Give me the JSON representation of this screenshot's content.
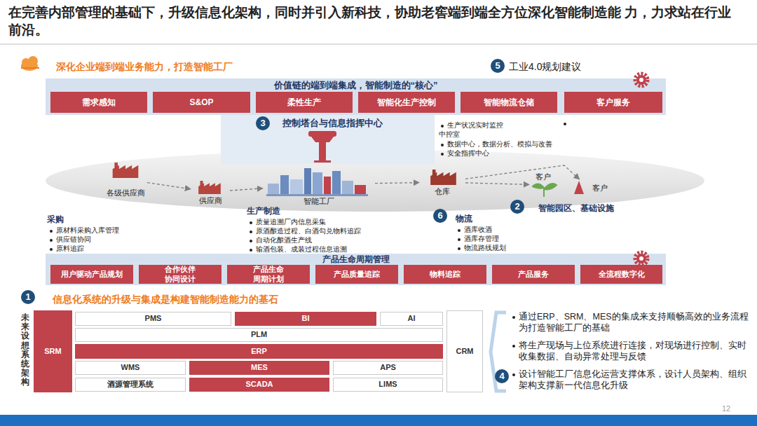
{
  "diagram": {
    "title": "在完善内部管理的基础下，升级信息化架构，同时并引入新科技，协助老窖端到端全方位深化智能制造能 力，力求站在行业前沿。",
    "nodes": [
      {
        "text": [
          "价值链的端到端集成，智能制造的“核心”"
        ]
      },
      {
        "text": [
          "需求感知"
        ],
        "in": 0
      },
      {
        "text": [
          "S&OP"
        ],
        "in": 0
      },
      {
        "text": [
          "柔性生产"
        ],
        "in": 0
      },
      {
        "text": [
          "智能化生产控制"
        ],
        "in": 0
      },
      {
        "text": [
          "智能物流仓储"
        ],
        "in": 0
      },
      {
        "text": [
          "客户服务"
        ],
        "in": 0
      },
      {
        "text": [
          "控制塔台与信息指挥中心"
        ]
      },
      {
        "text": [
          "各级供应商"
        ]
      },
      {
        "text": [
          "供应商"
        ]
      },
      {
        "text": [
          "智能工厂"
        ]
      },
      {
        "text": [
          "仓库"
        ]
      },
      {
        "text": [
          "客户"
        ]
      },
      {
        "text": [
          "客户"
        ]
      },
      {
        "text": [
          "产品生命周期管理"
        ]
      },
      {
        "text": [
          "用户驱动产品规划"
        ],
        "in": 14
      },
      {
        "text": [
          "合作伙伴协同设计"
        ],
        "in": 14
      },
      {
        "text": [
          "产品生命周期计划"
        ],
        "in": 14
      },
      {
        "text": [
          "产品质量追踪"
        ],
        "in": 14
      },
      {
        "text": [
          "物料追踪"
        ],
        "in": 14
      },
      {
        "text": [
          "产品服务"
        ],
        "in": 14
      },
      {
        "text": [
          "全流程数字化"
        ],
        "in": 14
      },
      {
        "text": [
          "SRM"
        ]
      },
      {
        "text": [
          "PMS"
        ]
      },
      {
        "text": [
          "BI"
        ]
      },
      {
        "text": [
          "AI"
        ]
      },
      {
        "text": [
          "PLM"
        ]
      },
      {
        "text": [
          "ERP"
        ]
      },
      {
        "text": [
          "WMS"
        ]
      },
      {
        "text": [
          "MES"
        ]
      },
      {
        "text": [
          "APS"
        ]
      },
      {
        "text": [
          "酒源管理系统"
        ]
      },
      {
        "text": [
          "SCADA"
        ]
      },
      {
        "text": [
          "LIMS"
        ]
      },
      {
        "text": [
          "CRM"
        ]
      }
    ],
    "edges": [
      {
        "from": 8,
        "to": 9,
        "arrow": "to"
      },
      {
        "from": 9,
        "to": 10,
        "arrow": "to"
      },
      {
        "from": 10,
        "to": 11,
        "arrow": "to"
      },
      {
        "from": 11,
        "to": 12,
        "arrow": "to"
      },
      {
        "from": 11,
        "to": 13,
        "arrow": "to"
      }
    ],
    "labels": [
      "深化企业端到端业务能力，打造智能工厂",
      "5",
      "工业4.0规划建议",
      "3",
      "生产状况实时监控",
      "中控室",
      "数据中心，数据分析、模拟与改善",
      "安全指挥中心",
      "2",
      "智能园区、基础设施",
      "采购",
      "原材料采购入库管理",
      "供应链协同",
      "原料追踪",
      "生产制造",
      "质量追溯厂内信息采集",
      "原酒酿造过程、白酒勾兑物料追踪",
      "自动化酿酒生产线",
      "输酒包装、成装过程信息追溯",
      "6",
      "物流",
      "酒库收酒",
      "酒库存管理",
      "物流路线规划",
      "1",
      "信息化系统的升级与集成是构建智能制造能力的基石",
      "未来设想系统架构",
      "通过ERP、SRM、MES的集成来支持顺畅高效的业务流程为打造智能工厂的基础",
      "将生产现场与上位系统进行连接，对现场进行控制、实时收集数据、自动异常处理与反馈",
      "4",
      "设计智能工厂信息化运营支撑体系，设计人员架构、组织架构支撑新一代信息化升级",
      "12"
    ]
  }
}
